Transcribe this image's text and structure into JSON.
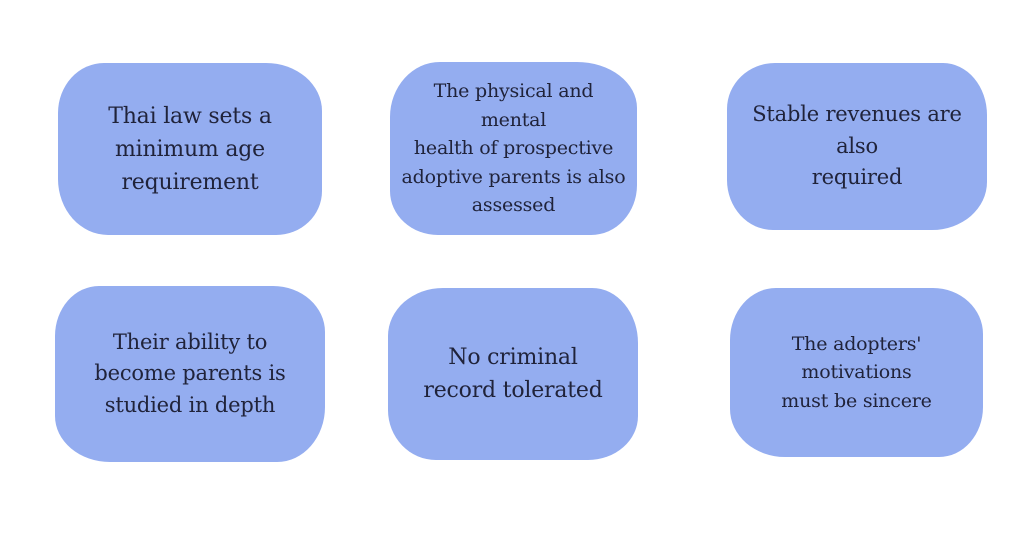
{
  "page": {
    "background_color": "#ffffff",
    "description": "Infographic of six requirements for prospective adoptive parents under Thai law"
  },
  "colors": {
    "card_background": "#94adf0",
    "card_text": "#20233a"
  },
  "cards": [
    {
      "id": "minimum-age",
      "text": "Thai law sets a\nminimum age\nrequirement"
    },
    {
      "id": "health-assessment",
      "text": "The physical and mental\nhealth of prospective\nadoptive parents is also\nassessed"
    },
    {
      "id": "stable-revenues",
      "text": "Stable revenues are also\nrequired"
    },
    {
      "id": "parenting-ability",
      "text": "Their ability to\nbecome parents is\nstudied in depth"
    },
    {
      "id": "criminal-record",
      "text": "No criminal\nrecord tolerated"
    },
    {
      "id": "sincere-motivations",
      "text": "The adopters' motivations\nmust be sincere"
    }
  ]
}
